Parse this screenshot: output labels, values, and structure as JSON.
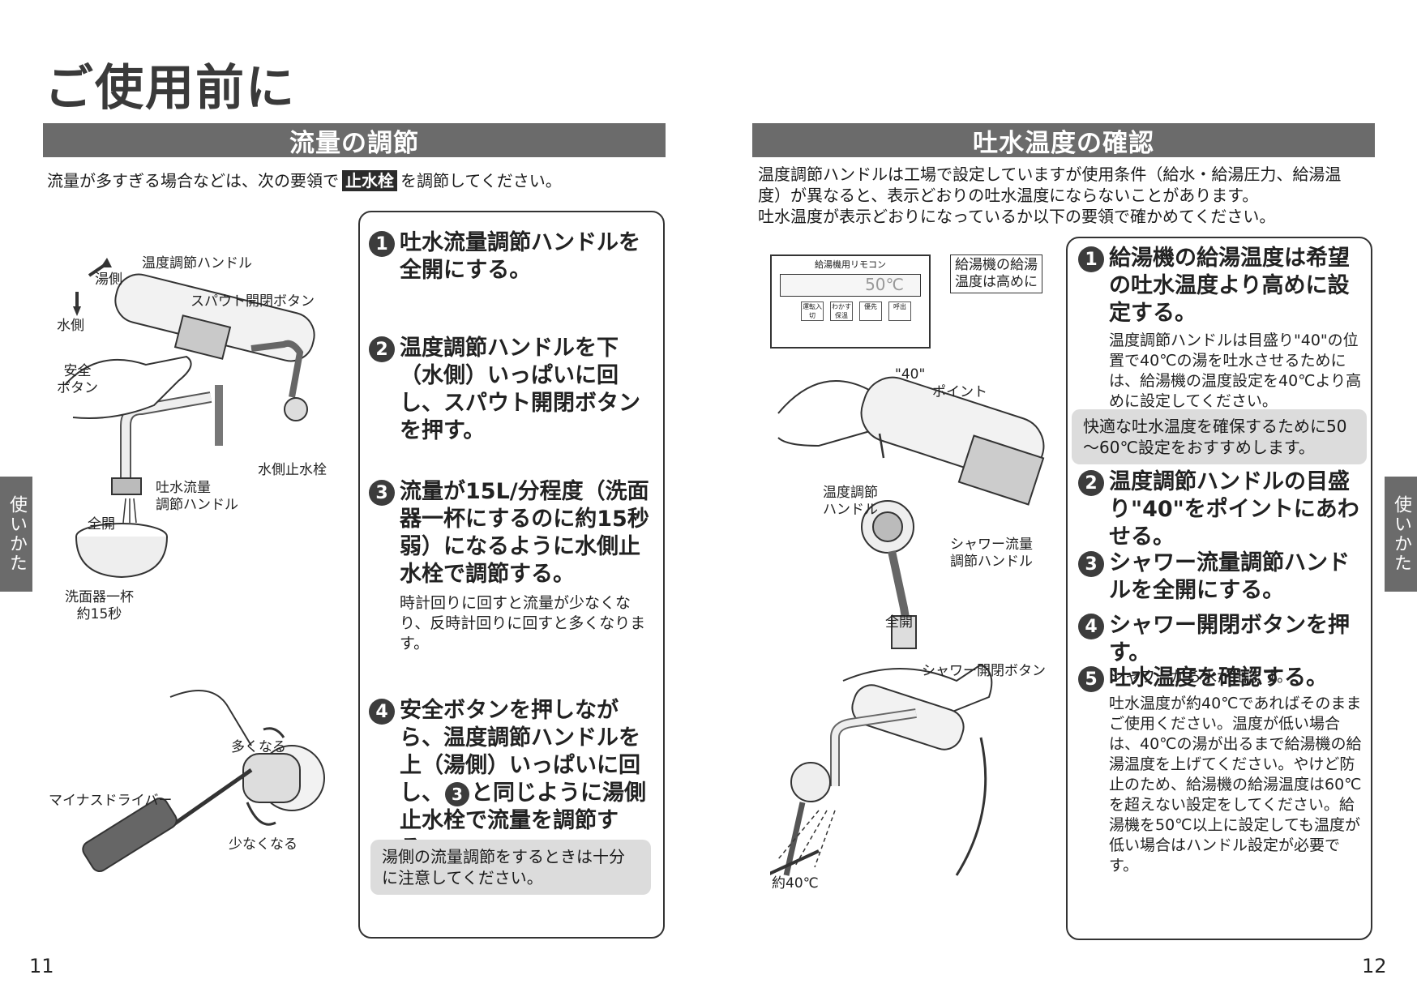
{
  "page_title": "ご使用前に",
  "left": {
    "section_title": "流量の調節",
    "intro_before": "流量が多すぎる場合などは、次の要領で",
    "intro_keyword": "止水栓",
    "intro_after": "を調節してください。",
    "steps": [
      {
        "num": "1",
        "head": "吐水流量調節ハンドルを全開にする。",
        "sub": ""
      },
      {
        "num": "2",
        "head": "温度調節ハンドルを下（水側）いっぱいに回し、スパウト開閉ボタンを押す。",
        "sub": ""
      },
      {
        "num": "3",
        "head": "流量が15L/分程度（洗面器一杯にするのに約15秒弱）になるように水側止水栓で調節する。",
        "sub": "時計回りに回すと流量が少なくなり、反時計回りに回すと多くなります。"
      },
      {
        "num": "4",
        "head_a": "安全ボタンを押しながら、温度調節ハンドルを上（湯側）いっぱいに回し、",
        "ref": "3",
        "head_b": "と同じように湯側止水栓で流量を調節する。"
      }
    ],
    "note": "湯側の流量調節をするときは十分に注意してください。",
    "labels": {
      "temp_handle": "温度調節ハンドル",
      "hot_side": "湯側",
      "spout_button": "スパウト開閉ボタン",
      "water_side": "水側",
      "safety_button_1": "安全",
      "safety_button_2": "ボタン",
      "water_stop_valve": "水側止水栓",
      "flow_handle_1": "吐水流量",
      "flow_handle_2": "調節ハンドル",
      "full_open": "全開",
      "basin_1": "洗面器一杯",
      "basin_2": "約15秒",
      "more": "多くなる",
      "less": "少なくなる",
      "driver": "マイナスドライバー"
    },
    "tab": "使いかた",
    "page_number": "11"
  },
  "right": {
    "section_title": "吐水温度の確認",
    "intro_lines": [
      "温度調節ハンドルは工場で設定していますが使用条件（給水・給湯圧力、給湯温",
      "度）が異なると、表示どおりの吐水温度にならないことがあります。",
      "吐水温度が表示どおりになっているか以下の要領で確かめてください。"
    ],
    "steps": [
      {
        "num": "1",
        "head": "給湯機の給湯温度は希望の吐水温度より高めに設定する。",
        "sub": "温度調節ハンドルは目盛り\"40\"の位置で40℃の湯を吐水させるためには、給湯機の温度設定を40℃より高めに設定してください。"
      },
      {
        "num": "2",
        "head": "温度調節ハンドルの目盛り\"40\"をポイントにあわせる。",
        "sub": ""
      },
      {
        "num": "3",
        "head": "シャワー流量調節ハンドルを全開にする。",
        "sub": ""
      },
      {
        "num": "4",
        "head": "シャワー開閉ボタンを押す。",
        "sub": "シャワーから水が出ます。"
      },
      {
        "num": "5",
        "head": "吐水温度を確認する。",
        "sub": "吐水温度が約40℃であればそのままご使用ください。温度が低い場合は、40℃の湯が出るまで給湯機の給湯温度を上げてください。やけど防止のため、給湯機の給湯温度は60℃を超えない設定をしてください。給湯機を50℃以上に設定しても温度が低い場合はハンドル設定が必要です。"
      }
    ],
    "note": "快適な吐水温度を確保するために50～60℃設定をおすすめします。",
    "labels": {
      "remote_title": "給湯機用リモコン",
      "remote_display": "50℃",
      "remote_btn_1": "運転入切",
      "remote_btn_2": "わかす保温",
      "remote_btn_3": "優先",
      "remote_btn_4": "呼出",
      "callout_1": "給湯機の給湯",
      "callout_2": "温度は高めに",
      "mark_40": "\"40\"",
      "point": "ポイント",
      "temp_handle_1": "温度調節",
      "temp_handle_2": "ハンドル",
      "shower_flow_1": "シャワー流量",
      "shower_flow_2": "調節ハンドル",
      "full_open": "全開",
      "shower_button": "シャワー開閉ボタン",
      "approx_40": "約40℃"
    },
    "tab": "使いかた",
    "page_number": "12"
  }
}
